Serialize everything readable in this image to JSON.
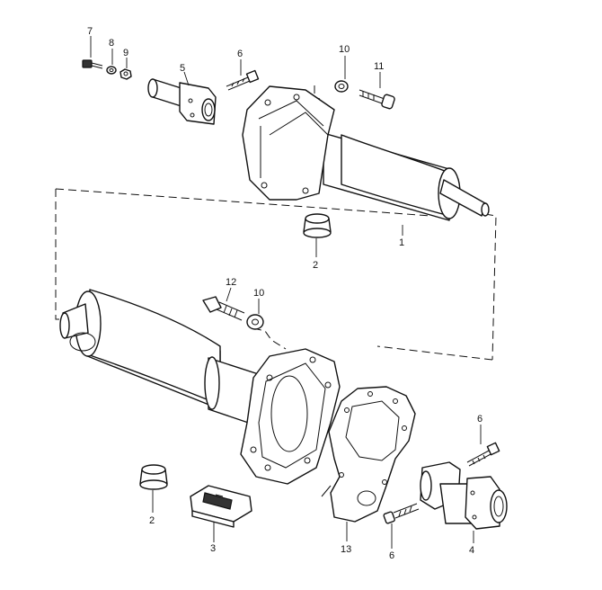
{
  "callouts": {
    "c1": "1",
    "c2a": "2",
    "c2b": "2",
    "c3": "3",
    "c4": "4",
    "c5": "5",
    "c6a": "6",
    "c6b": "6",
    "c6c": "6",
    "c7": "7",
    "c8": "8",
    "c9": "9",
    "c10a": "10",
    "c10b": "10",
    "c11": "11",
    "c12": "12",
    "c13": "13"
  }
}
